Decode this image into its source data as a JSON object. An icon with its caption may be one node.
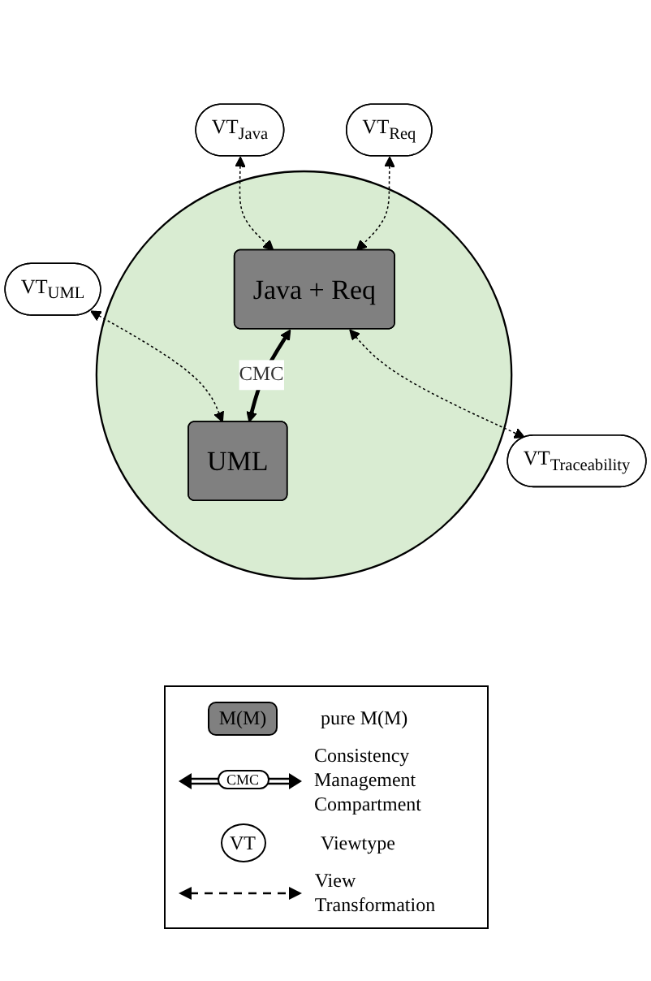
{
  "diagram": {
    "nodes": [
      {
        "text": [],
        "shape": "circle"
      },
      {
        "text": [
          "VT$_{Java}$"
        ]
      },
      {
        "text": [
          "VT$_{UML}$"
        ]
      },
      {
        "text": [
          "UML"
        ],
        "in": 0
      },
      {
        "text": [
          "VT$_{Req}$"
        ]
      },
      {
        "text": [
          "Java + Req"
        ],
        "in": 0
      },
      {
        "text": [
          "VT$_{Traceability}$"
        ]
      }
    ],
    "edges": [
      {
        "from": 1,
        "to": 5,
        "arrow": "both",
        "style": "dashed"
      },
      {
        "from": 2,
        "to": 3,
        "arrow": "both",
        "style": "dashed"
      },
      {
        "from": 4,
        "to": 5,
        "arrow": "both",
        "style": "dashed"
      },
      {
        "from": 5,
        "to": 3,
        "arrow": "both",
        "style": "thick",
        "label": "CMC"
      },
      {
        "from": 5,
        "to": 6,
        "arrow": "both",
        "style": "dashed"
      }
    ],
    "labels": [
      "M(M)",
      "CMC",
      "VT"
    ],
    "legend": [
      {
        "text": "pure M(M)"
      },
      {
        "text": "Consistency Management Compartment"
      },
      {
        "text": "Viewtype"
      },
      {
        "text": "View Transformation"
      }
    ]
  }
}
